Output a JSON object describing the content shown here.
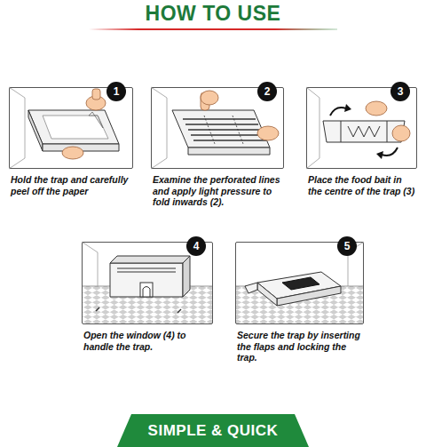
{
  "diagram": {
    "title": "HOW TO USE",
    "nodes": [
      {
        "text": [
          "Hold the trap and carefully peel off the paper"
        ]
      },
      {
        "text": [
          "1"
        ],
        "in": 0
      },
      {
        "text": [
          "Examine the perforated lines and apply light pressure to fold inwards (2)."
        ]
      },
      {
        "text": [
          "2"
        ],
        "in": 2
      },
      {
        "text": [
          "Place the food bait in the centre of the trap (3)"
        ]
      },
      {
        "text": [
          "3"
        ],
        "in": 4
      },
      {
        "text": [
          "Open the window (4) to handle the trap."
        ]
      },
      {
        "text": [
          "4"
        ],
        "in": 6
      },
      {
        "text": [
          "Secure the trap by inserting the flaps and locking the trap."
        ]
      },
      {
        "text": [
          "5"
        ],
        "in": 8
      },
      {
        "text": [
          "SIMPLE & QUICK"
        ]
      }
    ]
  }
}
